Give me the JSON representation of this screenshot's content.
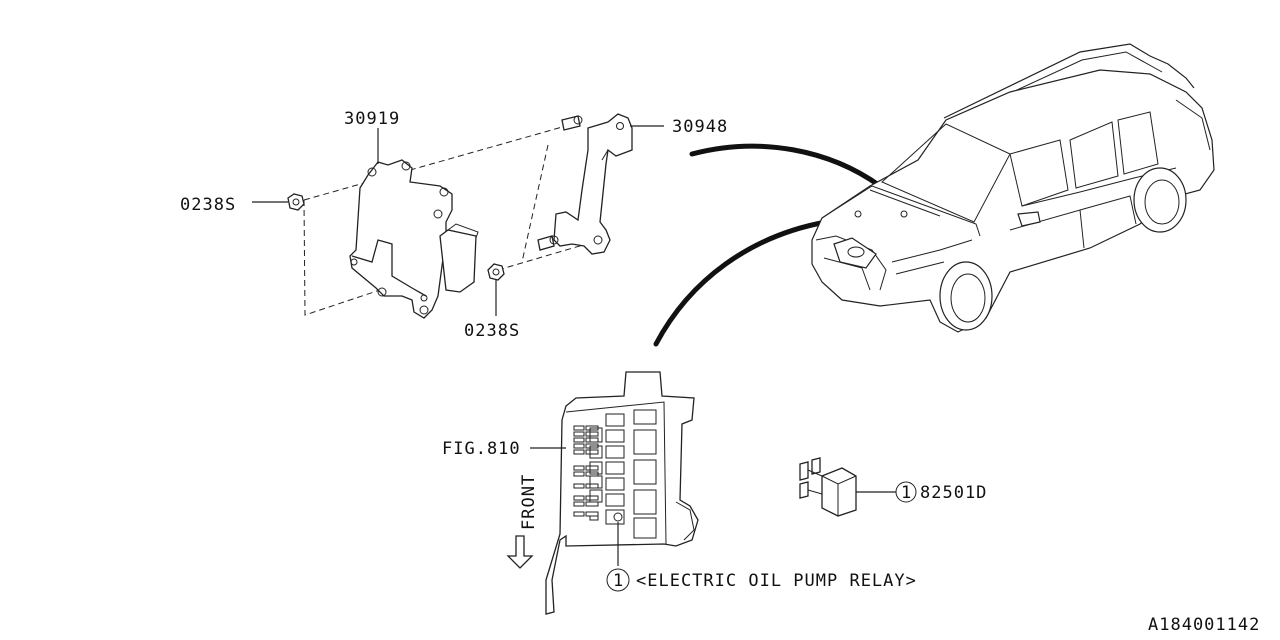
{
  "callouts": {
    "bracket_upper": "30919",
    "bracket_right": "30948",
    "nut_left": "0238S",
    "nut_lower": "0238S",
    "fig_ref": "FIG.810",
    "relay_part": "82501D",
    "relay_desc": "<ELECTRIC OIL PUMP RELAY>",
    "front": "FRONT",
    "item_number": "1",
    "diagram_id": "A184001142"
  }
}
